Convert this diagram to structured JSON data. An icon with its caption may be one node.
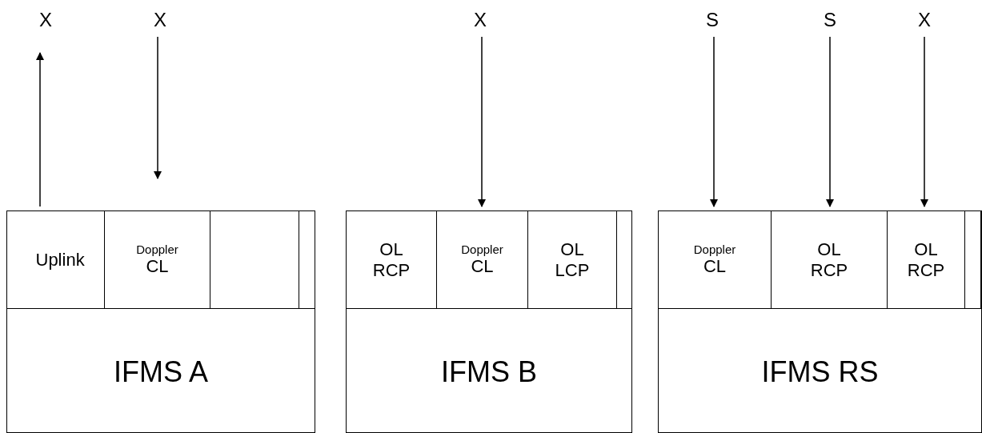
{
  "diagram": {
    "nodes": [
      {
        "text": [
          "X"
        ]
      },
      {
        "text": [
          "X"
        ]
      },
      {
        "text": [
          "X"
        ]
      },
      {
        "text": [
          "S"
        ]
      },
      {
        "text": [
          "S"
        ]
      },
      {
        "text": [
          "X"
        ]
      },
      {
        "text": [
          "IFMS A"
        ]
      },
      {
        "text": [
          "Uplink"
        ],
        "in": 6
      },
      {
        "text": [
          "Doppler",
          "CL"
        ],
        "in": 6
      },
      {
        "text": [],
        "shape": "box",
        "in": 6
      },
      {
        "text": [],
        "shape": "box",
        "in": 6
      },
      {
        "text": [
          "IFMS B"
        ]
      },
      {
        "text": [
          "OL RCP"
        ],
        "in": 11
      },
      {
        "text": [
          "Doppler",
          "CL"
        ],
        "in": 11
      },
      {
        "text": [
          "OL LCP"
        ],
        "in": 11
      },
      {
        "text": [],
        "shape": "box",
        "in": 11
      },
      {
        "text": [
          "IFMS RS"
        ]
      },
      {
        "text": [
          "Doppler",
          "CL"
        ],
        "in": 16
      },
      {
        "text": [
          "OL RCP"
        ],
        "in": 16
      },
      {
        "text": [
          "OL RCP"
        ],
        "in": 16
      },
      {
        "text": [],
        "shape": "box",
        "in": 16
      }
    ],
    "edges": [
      {
        "from": 7,
        "to": 0,
        "arrow": "to"
      },
      {
        "from": 1,
        "to": 8,
        "arrow": "to"
      },
      {
        "from": 2,
        "to": 13,
        "arrow": "to"
      },
      {
        "from": 3,
        "to": 17,
        "arrow": "to"
      },
      {
        "from": 4,
        "to": 18,
        "arrow": "to"
      },
      {
        "from": 5,
        "to": 19,
        "arrow": "to"
      }
    ]
  }
}
